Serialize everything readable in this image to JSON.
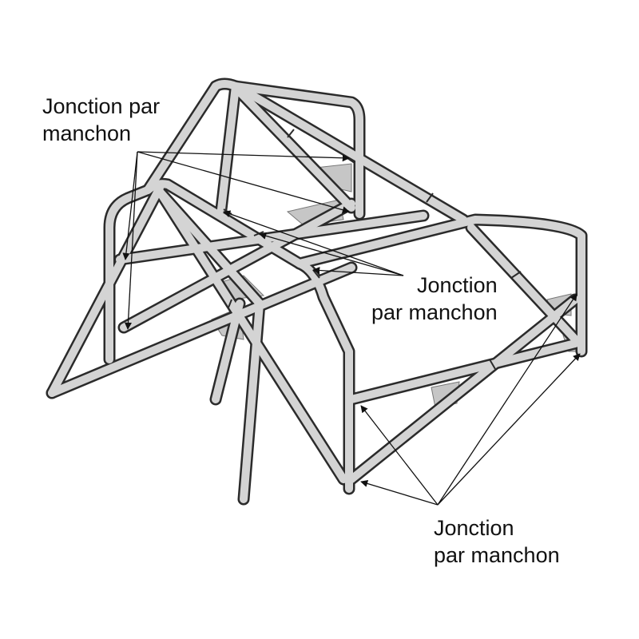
{
  "callouts": {
    "top_left": {
      "line1": "Jonction par",
      "line2": "manchon"
    },
    "middle_right": {
      "line1": "Jonction",
      "line2": "par manchon"
    },
    "bottom_right": {
      "line1": "Jonction",
      "line2": "par manchon"
    }
  },
  "colors": {
    "tube_fill": "#d4d4d4",
    "tube_outline": "#2b2b2b",
    "gusset_fill": "#c6c6c6",
    "leader": "#111111"
  }
}
